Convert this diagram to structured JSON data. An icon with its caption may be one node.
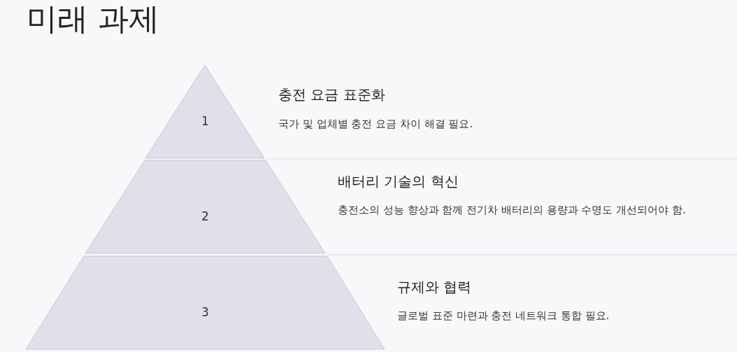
{
  "diagram": {
    "title": "미래 과제",
    "nodes": [
      {
        "text": [
          "1"
        ],
        "beside": [
          "충전 요금 표준화",
          "국가 및 업체별 충전 요금 차이 해결 필요."
        ]
      },
      {
        "text": [
          "2"
        ],
        "beside": [
          "배터리 기술의 혁신",
          "충전소의 성능 향상과 함께 전기차 배터리의 용량과 수명도 개선되어야 함."
        ]
      },
      {
        "text": [
          "3"
        ],
        "beside": [
          "규제와 협력",
          "글로벌 표준 마련과 충전 네트워크 통합 필요."
        ]
      }
    ],
    "edges": []
  }
}
